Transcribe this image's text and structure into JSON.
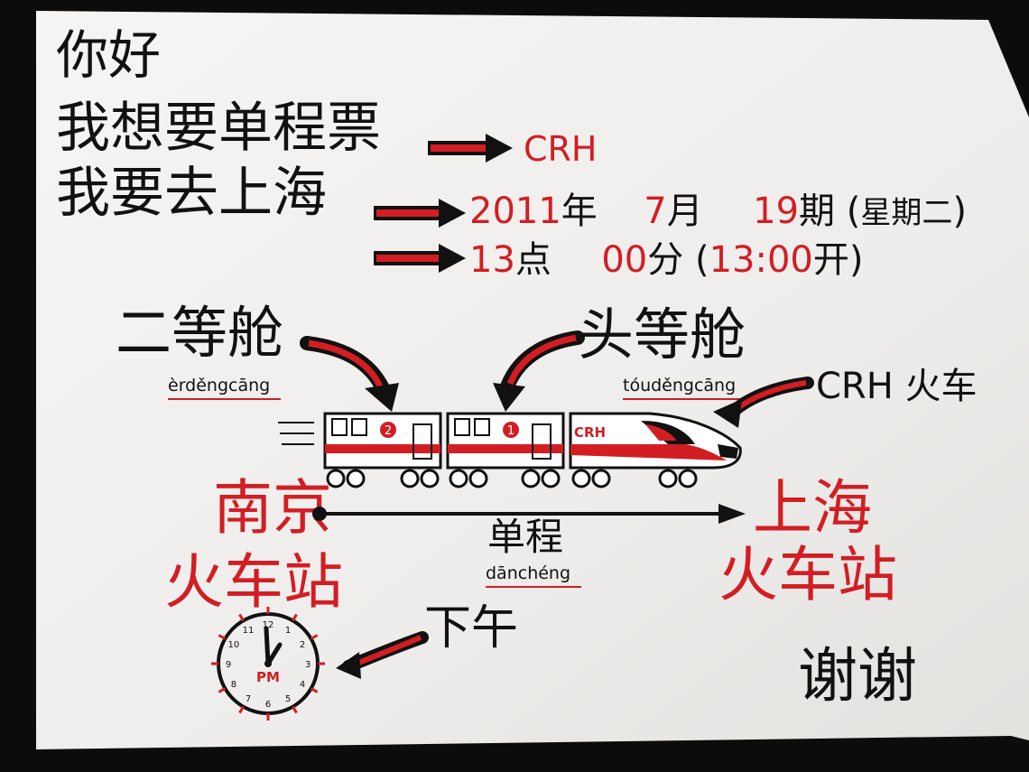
{
  "greeting": "你好",
  "line1": {
    "text": "我想要单程票",
    "answer": "CRH"
  },
  "line2": {
    "text": "我要去上海"
  },
  "date": {
    "year": "2011",
    "year_unit": "年",
    "month": "7",
    "month_unit": "月",
    "day": "19",
    "day_unit": "期",
    "weekday_open": "(",
    "weekday": "星期二",
    "weekday_close": ")"
  },
  "time": {
    "hour": "13",
    "hour_unit": "点",
    "minute": "00",
    "minute_unit": "分",
    "open": "(",
    "departure": "13:00",
    "depart_word": "开",
    "close": ")"
  },
  "second_class": {
    "label": "二等舱",
    "pinyin": "èrděngcāng"
  },
  "first_class": {
    "label": "头等舱",
    "pinyin": "tóuděngcāng"
  },
  "train": {
    "label": "CRH 火车",
    "car2_badge": "2",
    "car1_badge": "1",
    "loco_text": "CRH"
  },
  "origin": {
    "line1": "南京",
    "line2": "火车站"
  },
  "destination": {
    "line1": "上海",
    "line2": "火车站"
  },
  "route": {
    "label": "单程",
    "pinyin": "dānchéng"
  },
  "afternoon": "下午",
  "clock": {
    "label": "PM",
    "numbers": [
      "12",
      "1",
      "2",
      "3",
      "4",
      "5",
      "6",
      "7",
      "8",
      "9",
      "10",
      "11"
    ]
  },
  "thanks": "谢谢",
  "colors": {
    "ink": "#111111",
    "red": "#d21e23",
    "paper": "#f3f2f0",
    "background": "#0c0c0c"
  }
}
